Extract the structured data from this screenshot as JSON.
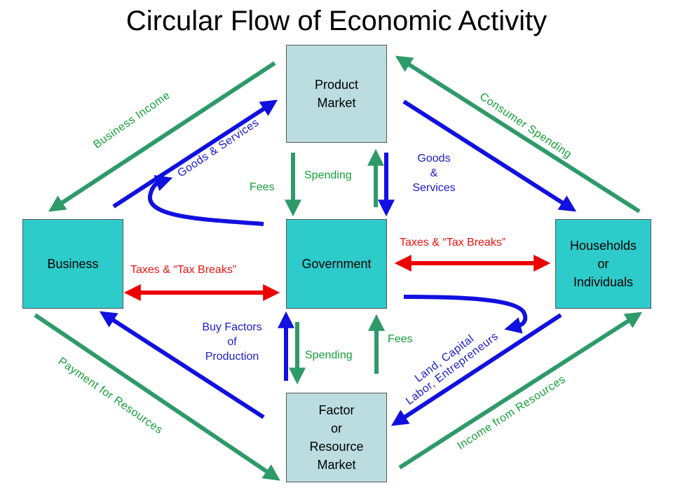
{
  "title": "Circular Flow of Economic Activity",
  "boxes": {
    "product_market": "Product\nMarket",
    "business": "Business",
    "government": "Government",
    "households": "Households\nor\nIndividuals",
    "factor_market": "Factor\nor\nResource\nMarket"
  },
  "labels": {
    "business_income": "Business Income",
    "consumer_spending": "Consumer Spending",
    "goods_services_left": "Goods & Services",
    "fees_top": "Fees",
    "spending_top": "Spending",
    "goods_services_right": "Goods\n&\nServices",
    "taxes_left": "Taxes & “Tax Breaks”",
    "taxes_right": "Taxes & “Tax Breaks”",
    "buy_factors": "Buy Factors\nof\nProduction",
    "spending_bottom": "Spending",
    "fees_bottom": "Fees",
    "land_capital": "Land, Capital\nLabor, Entrepreneurs",
    "payment_resources": "Payment for Resources",
    "income_resources": "Income from Resources"
  },
  "colors": {
    "green_arrow": "#2e9a6a",
    "blue_arrow": "#1010e0",
    "red_arrow": "#ee0000",
    "green_text": "#15a038",
    "red_text": "#f01010",
    "blue_text": "#1a1ad0",
    "light_box": "#bbdde0",
    "teal_box": "#2ecbcb"
  }
}
